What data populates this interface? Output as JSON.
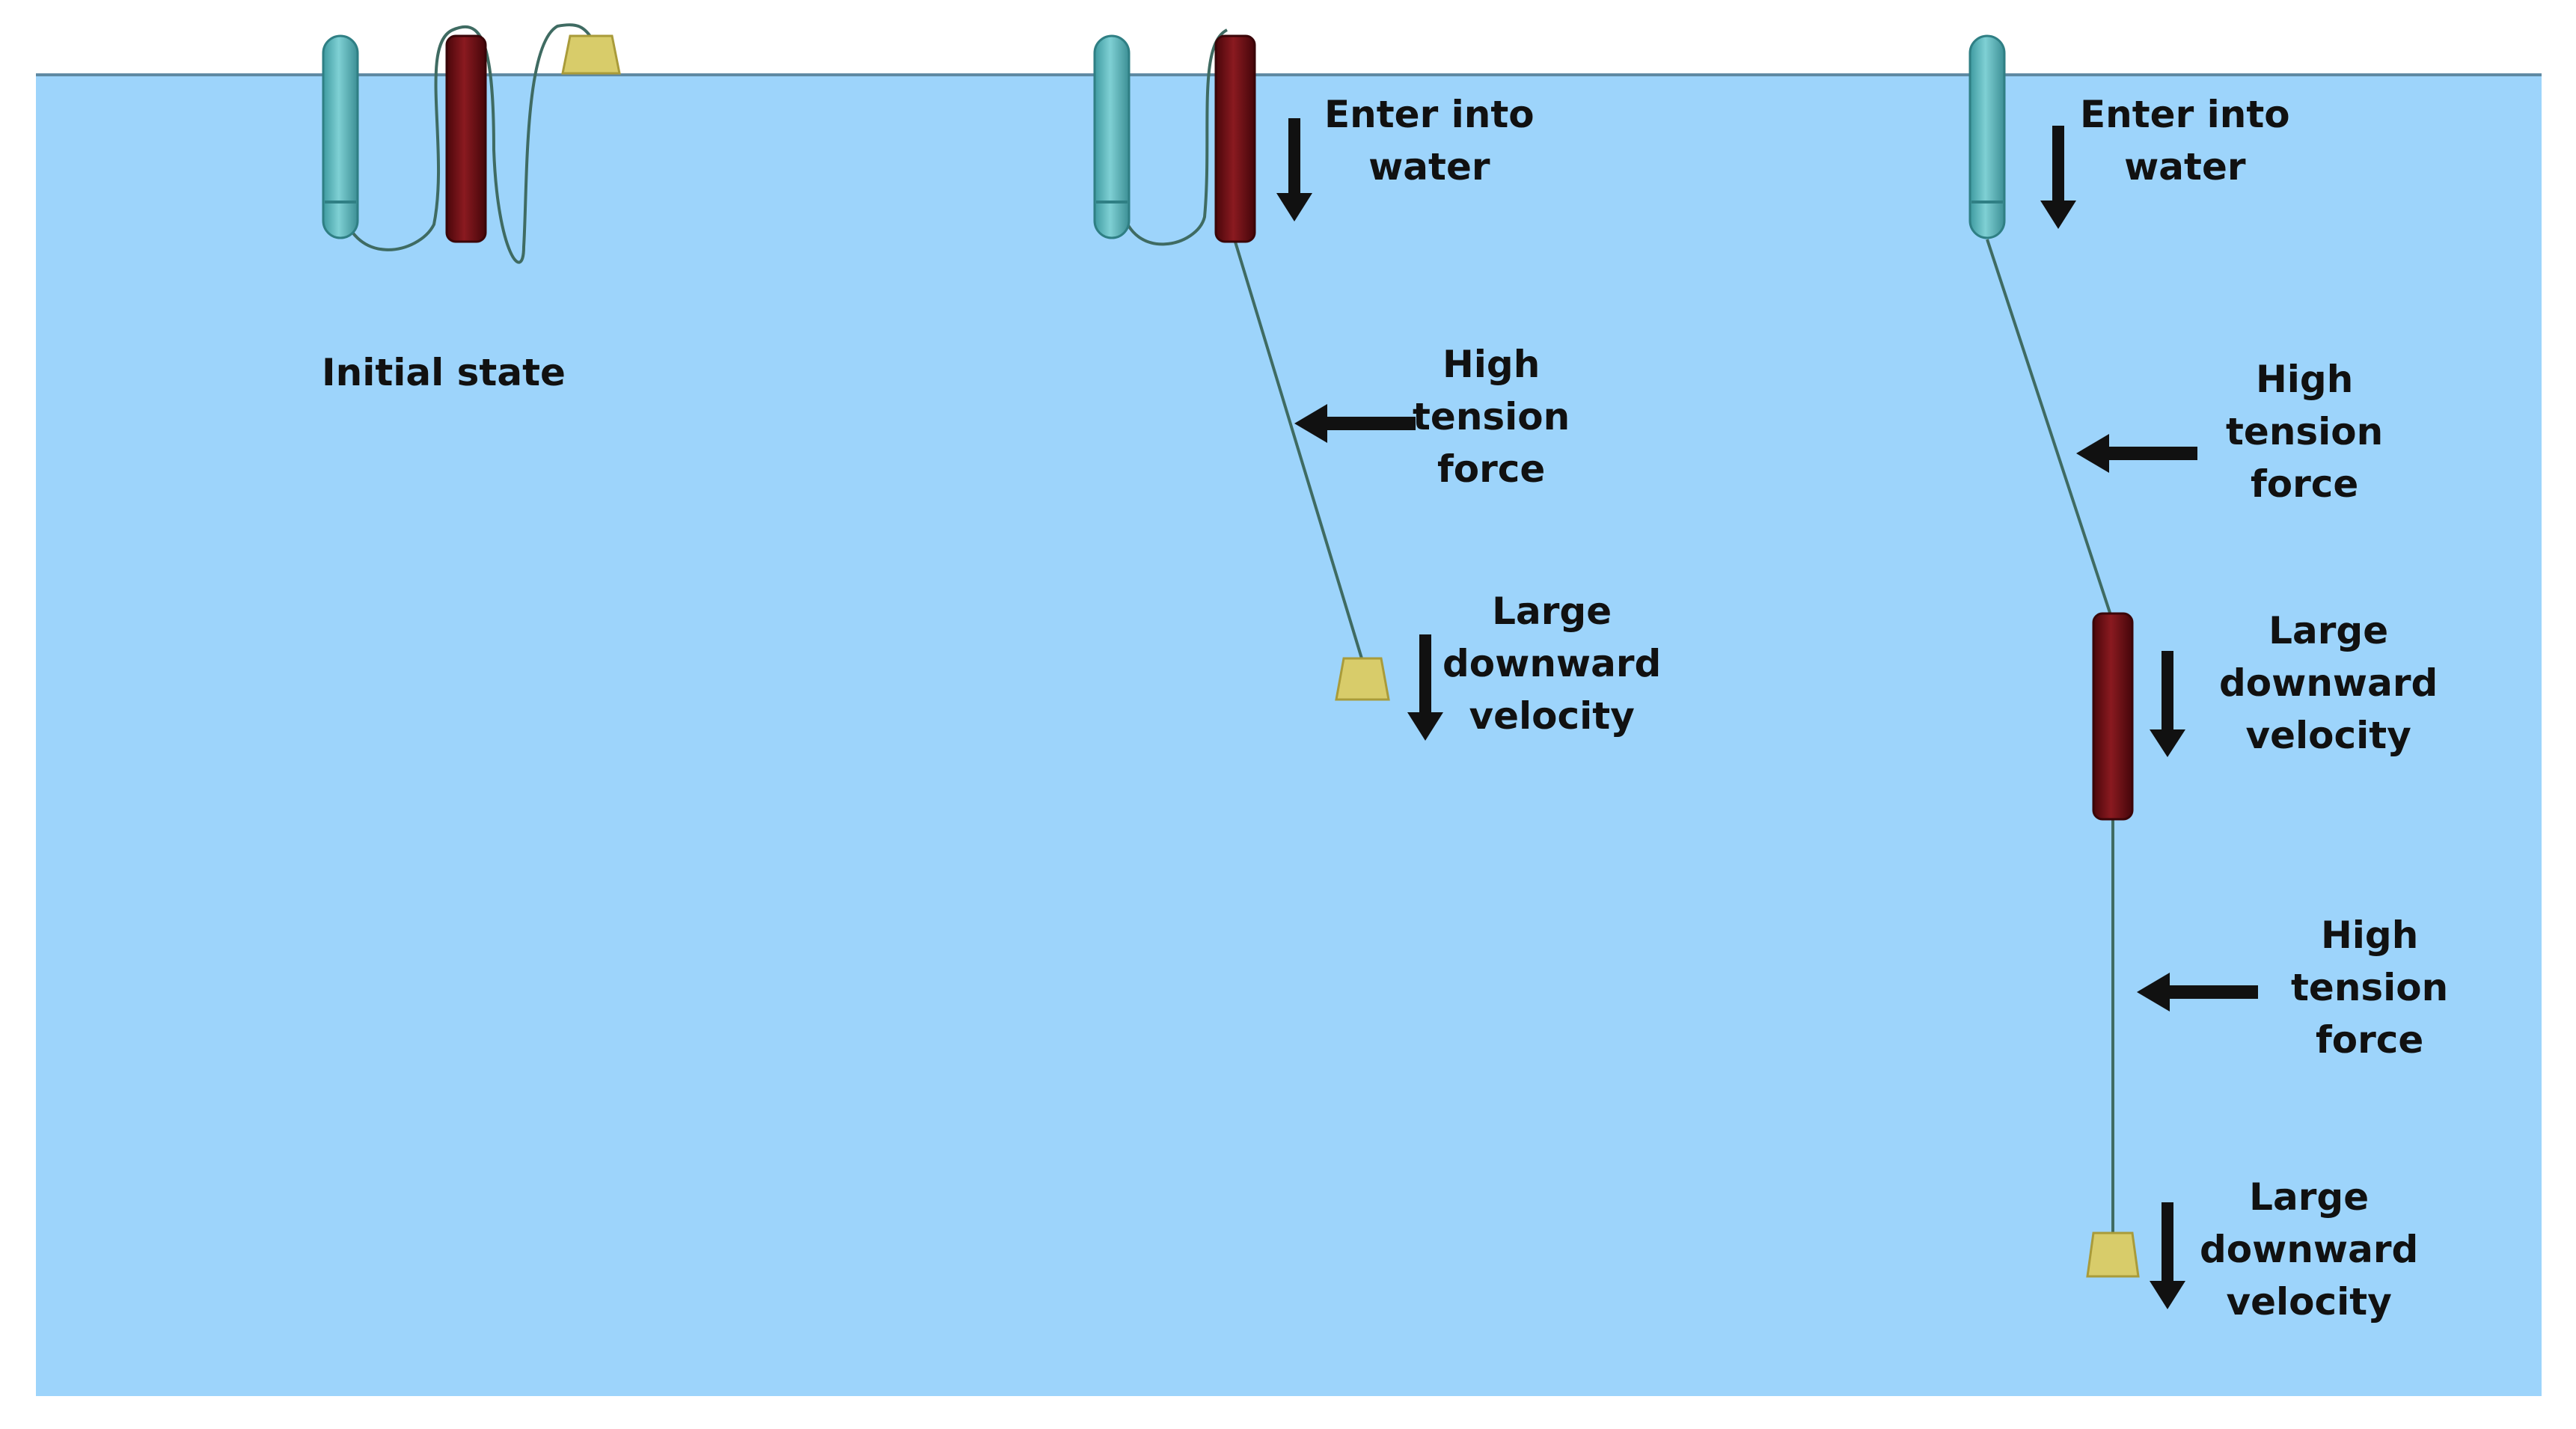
{
  "colors": {
    "water": "#9dd4fb",
    "surface_line": "#5f8aa3",
    "float_buoy": "#5fb7bd",
    "heavy_cylinder": "#6b0d12",
    "anchor_weight": "#d8cc6a",
    "tether": "#3f6b62",
    "arrow": "#111111",
    "text": "#111111"
  },
  "icons": {
    "arrow_down": "arrow-down-icon",
    "arrow_left": "arrow-left-icon"
  },
  "stages": [
    {
      "caption": [
        "Initial state"
      ]
    },
    {
      "enter": [
        "Enter into",
        "water"
      ],
      "tension": [
        "High",
        "tension",
        "force"
      ],
      "velocity": [
        "Large",
        "downward",
        "velocity"
      ]
    },
    {
      "enter": [
        "Enter into",
        "water"
      ],
      "tension_upper": [
        "High",
        "tension",
        "force"
      ],
      "velocity_upper": [
        "Large",
        "downward",
        "velocity"
      ],
      "tension_lower": [
        "High",
        "tension",
        "force"
      ],
      "velocity_lower": [
        "Large",
        "downward",
        "velocity"
      ]
    }
  ]
}
